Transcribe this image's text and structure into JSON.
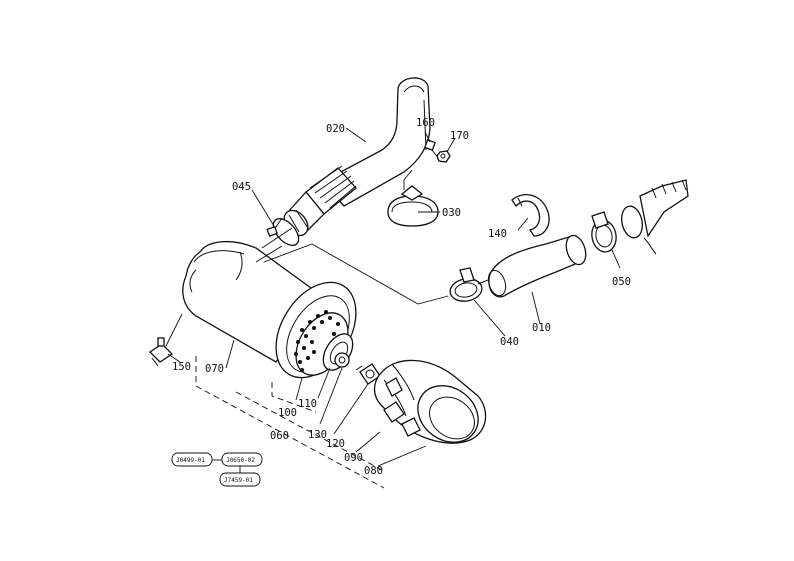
{
  "diagram": {
    "callouts": {
      "p010": "010",
      "p020": "020",
      "p030": "030",
      "p040": "040",
      "p045": "045",
      "p050": "050",
      "p060": "060",
      "p070": "070",
      "p080": "080",
      "p090": "090",
      "p100": "100",
      "p110": "110",
      "p120": "120",
      "p130": "130",
      "p140": "140",
      "p150": "150",
      "p160": "160",
      "p170": "170"
    },
    "references": {
      "r1": "J0499-01",
      "r2": "J0650-02",
      "r3": "J7459-01"
    }
  }
}
